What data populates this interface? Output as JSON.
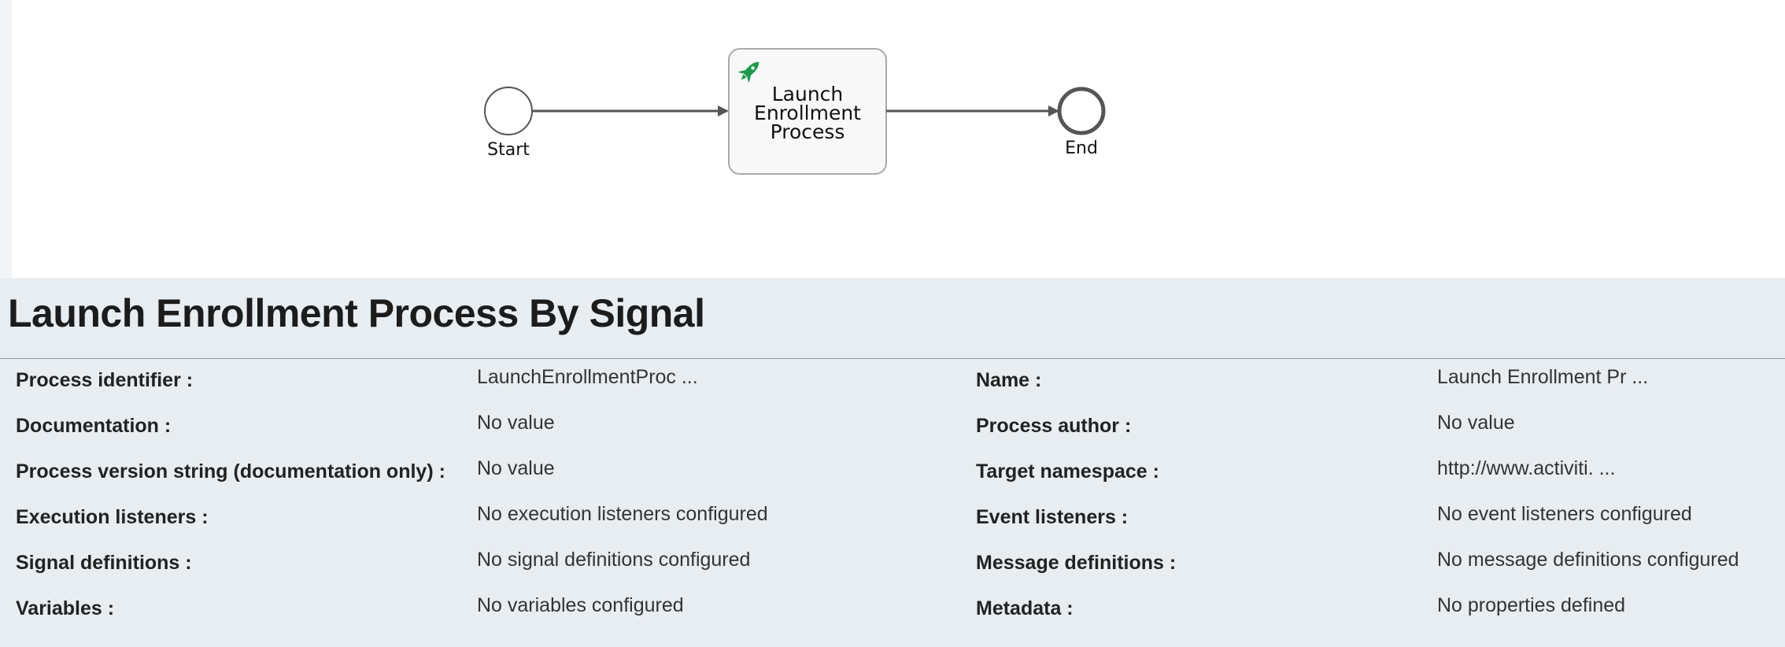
{
  "diagram": {
    "start_label": "Start",
    "task_lines": [
      "Launch",
      "Enrollment",
      "Process"
    ],
    "end_label": "End",
    "task_icon": "rocket-icon",
    "task_icon_color": "#1a9a4a"
  },
  "properties": {
    "title": "Launch Enrollment Process By Signal",
    "rows": [
      {
        "label": "Process identifier :",
        "value": "LaunchEnrollmentProc ...",
        "label2": "Name :",
        "value2": "Launch Enrollment Pr ..."
      },
      {
        "label": "Documentation :",
        "value": "No value",
        "label2": "Process author :",
        "value2": "No value"
      },
      {
        "label": "Process version string (documentation only) :",
        "value": "No value",
        "label2": "Target namespace :",
        "value2": "http://www.activiti. ..."
      },
      {
        "label": "Execution listeners :",
        "value": "No execution listeners configured",
        "label2": "Event listeners :",
        "value2": "No event listeners configured"
      },
      {
        "label": "Signal definitions :",
        "value": "No signal definitions configured",
        "label2": "Message definitions :",
        "value2": "No message definitions configured"
      },
      {
        "label": "Variables :",
        "value": "No variables configured",
        "label2": "Metadata :",
        "value2": "No properties defined"
      }
    ]
  }
}
